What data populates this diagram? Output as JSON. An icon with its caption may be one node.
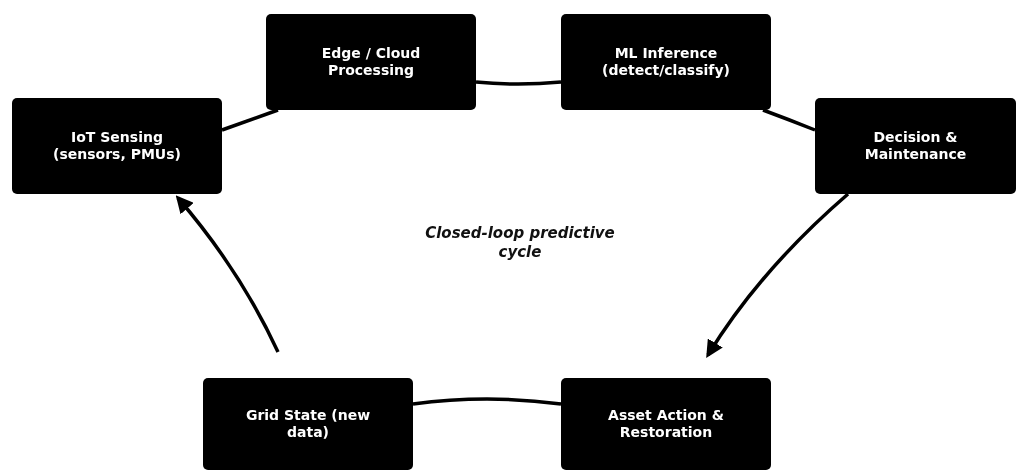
{
  "diagram": {
    "nodes": [
      {
        "text": [
          "IoT Sensing (sensors, PMUs)"
        ]
      },
      {
        "text": [
          "Edge / Cloud Processing"
        ]
      },
      {
        "text": [
          "ML Inference (detect/classify)"
        ]
      },
      {
        "text": [
          "Decision & Maintenance"
        ]
      },
      {
        "text": [
          "Asset Action & Restoration"
        ]
      },
      {
        "text": [
          "Grid State (new data)"
        ]
      }
    ],
    "edges": [
      {
        "from": 0,
        "to": 1,
        "arrow": "none"
      },
      {
        "from": 1,
        "to": 2,
        "arrow": "none"
      },
      {
        "from": 2,
        "to": 3,
        "arrow": "none"
      },
      {
        "from": 3,
        "to": 4,
        "arrow": "to"
      },
      {
        "from": 4,
        "to": 5,
        "arrow": "none"
      },
      {
        "from": 5,
        "to": 0,
        "arrow": "to"
      }
    ],
    "labels": [
      "Closed-loop predictive cycle"
    ]
  }
}
